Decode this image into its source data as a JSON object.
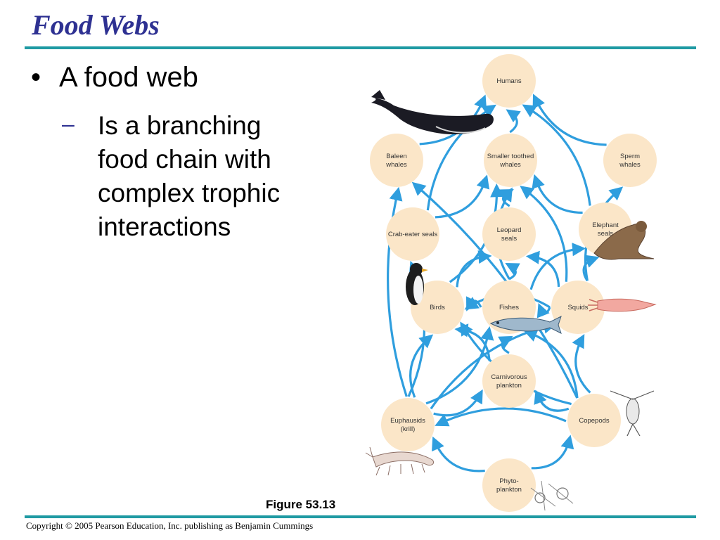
{
  "slide": {
    "title": "Food Webs",
    "bullet": "A food web",
    "sub_dash": "–",
    "sub_bullet": "Is a branching food chain with complex trophic interactions",
    "figure_caption": "Figure 53.13",
    "copyright": "Copyright © 2005 Pearson Education, Inc. publishing as Benjamin Cummings"
  },
  "colors": {
    "title": "#2e3192",
    "rule": "#1f9aa3",
    "node_fill": "#fbe6c8",
    "arrow": "#2f9ede"
  },
  "food_web": {
    "nodes": [
      {
        "id": "humans",
        "lines": [
          "Humans"
        ]
      },
      {
        "id": "baleen",
        "lines": [
          "Baleen",
          "whales"
        ]
      },
      {
        "id": "smaller",
        "lines": [
          "Smaller toothed",
          "whales"
        ]
      },
      {
        "id": "sperm",
        "lines": [
          "Sperm",
          "whales"
        ]
      },
      {
        "id": "crabeater",
        "lines": [
          "Crab-eater seals"
        ]
      },
      {
        "id": "leopard",
        "lines": [
          "Leopard",
          "seals"
        ]
      },
      {
        "id": "elephant",
        "lines": [
          "Elephant",
          "seals"
        ]
      },
      {
        "id": "birds",
        "lines": [
          "Birds"
        ]
      },
      {
        "id": "fishes",
        "lines": [
          "Fishes"
        ]
      },
      {
        "id": "squids",
        "lines": [
          "Squids"
        ]
      },
      {
        "id": "carnplank",
        "lines": [
          "Carnivorous",
          "plankton"
        ]
      },
      {
        "id": "euphausids",
        "lines": [
          "Euphausids",
          "(krill)"
        ]
      },
      {
        "id": "copepods",
        "lines": [
          "Copepods"
        ]
      },
      {
        "id": "phyto",
        "lines": [
          "Phyto-",
          "plankton"
        ]
      }
    ],
    "edges": [
      [
        "baleen",
        "humans"
      ],
      [
        "sperm",
        "humans"
      ],
      [
        "smaller",
        "humans"
      ],
      [
        "crabeater",
        "humans"
      ],
      [
        "elephant",
        "humans"
      ],
      [
        "euphausids",
        "baleen"
      ],
      [
        "euphausids",
        "crabeater"
      ],
      [
        "euphausids",
        "birds"
      ],
      [
        "euphausids",
        "fishes"
      ],
      [
        "euphausids",
        "squids"
      ],
      [
        "euphausids",
        "carnplank"
      ],
      [
        "phyto",
        "euphausids"
      ],
      [
        "phyto",
        "copepods"
      ],
      [
        "copepods",
        "carnplank"
      ],
      [
        "copepods",
        "fishes"
      ],
      [
        "copepods",
        "squids"
      ],
      [
        "copepods",
        "euphausids"
      ],
      [
        "copepods",
        "birds"
      ],
      [
        "copepods",
        "baleen"
      ],
      [
        "carnplank",
        "fishes"
      ],
      [
        "carnplank",
        "birds"
      ],
      [
        "fishes",
        "smaller"
      ],
      [
        "fishes",
        "leopard"
      ],
      [
        "fishes",
        "elephant"
      ],
      [
        "fishes",
        "birds"
      ],
      [
        "squids",
        "fishes"
      ],
      [
        "squids",
        "smaller"
      ],
      [
        "squids",
        "sperm"
      ],
      [
        "squids",
        "leopard"
      ],
      [
        "squids",
        "elephant"
      ],
      [
        "squids",
        "birds"
      ],
      [
        "birds",
        "leopard"
      ],
      [
        "birds",
        "smaller"
      ],
      [
        "leopard",
        "smaller"
      ],
      [
        "crabeater",
        "smaller"
      ],
      [
        "elephant",
        "smaller"
      ]
    ],
    "illustrations": [
      "whale",
      "penguin",
      "fish",
      "squid",
      "seal",
      "krill",
      "copepod",
      "phytoplankton"
    ]
  }
}
